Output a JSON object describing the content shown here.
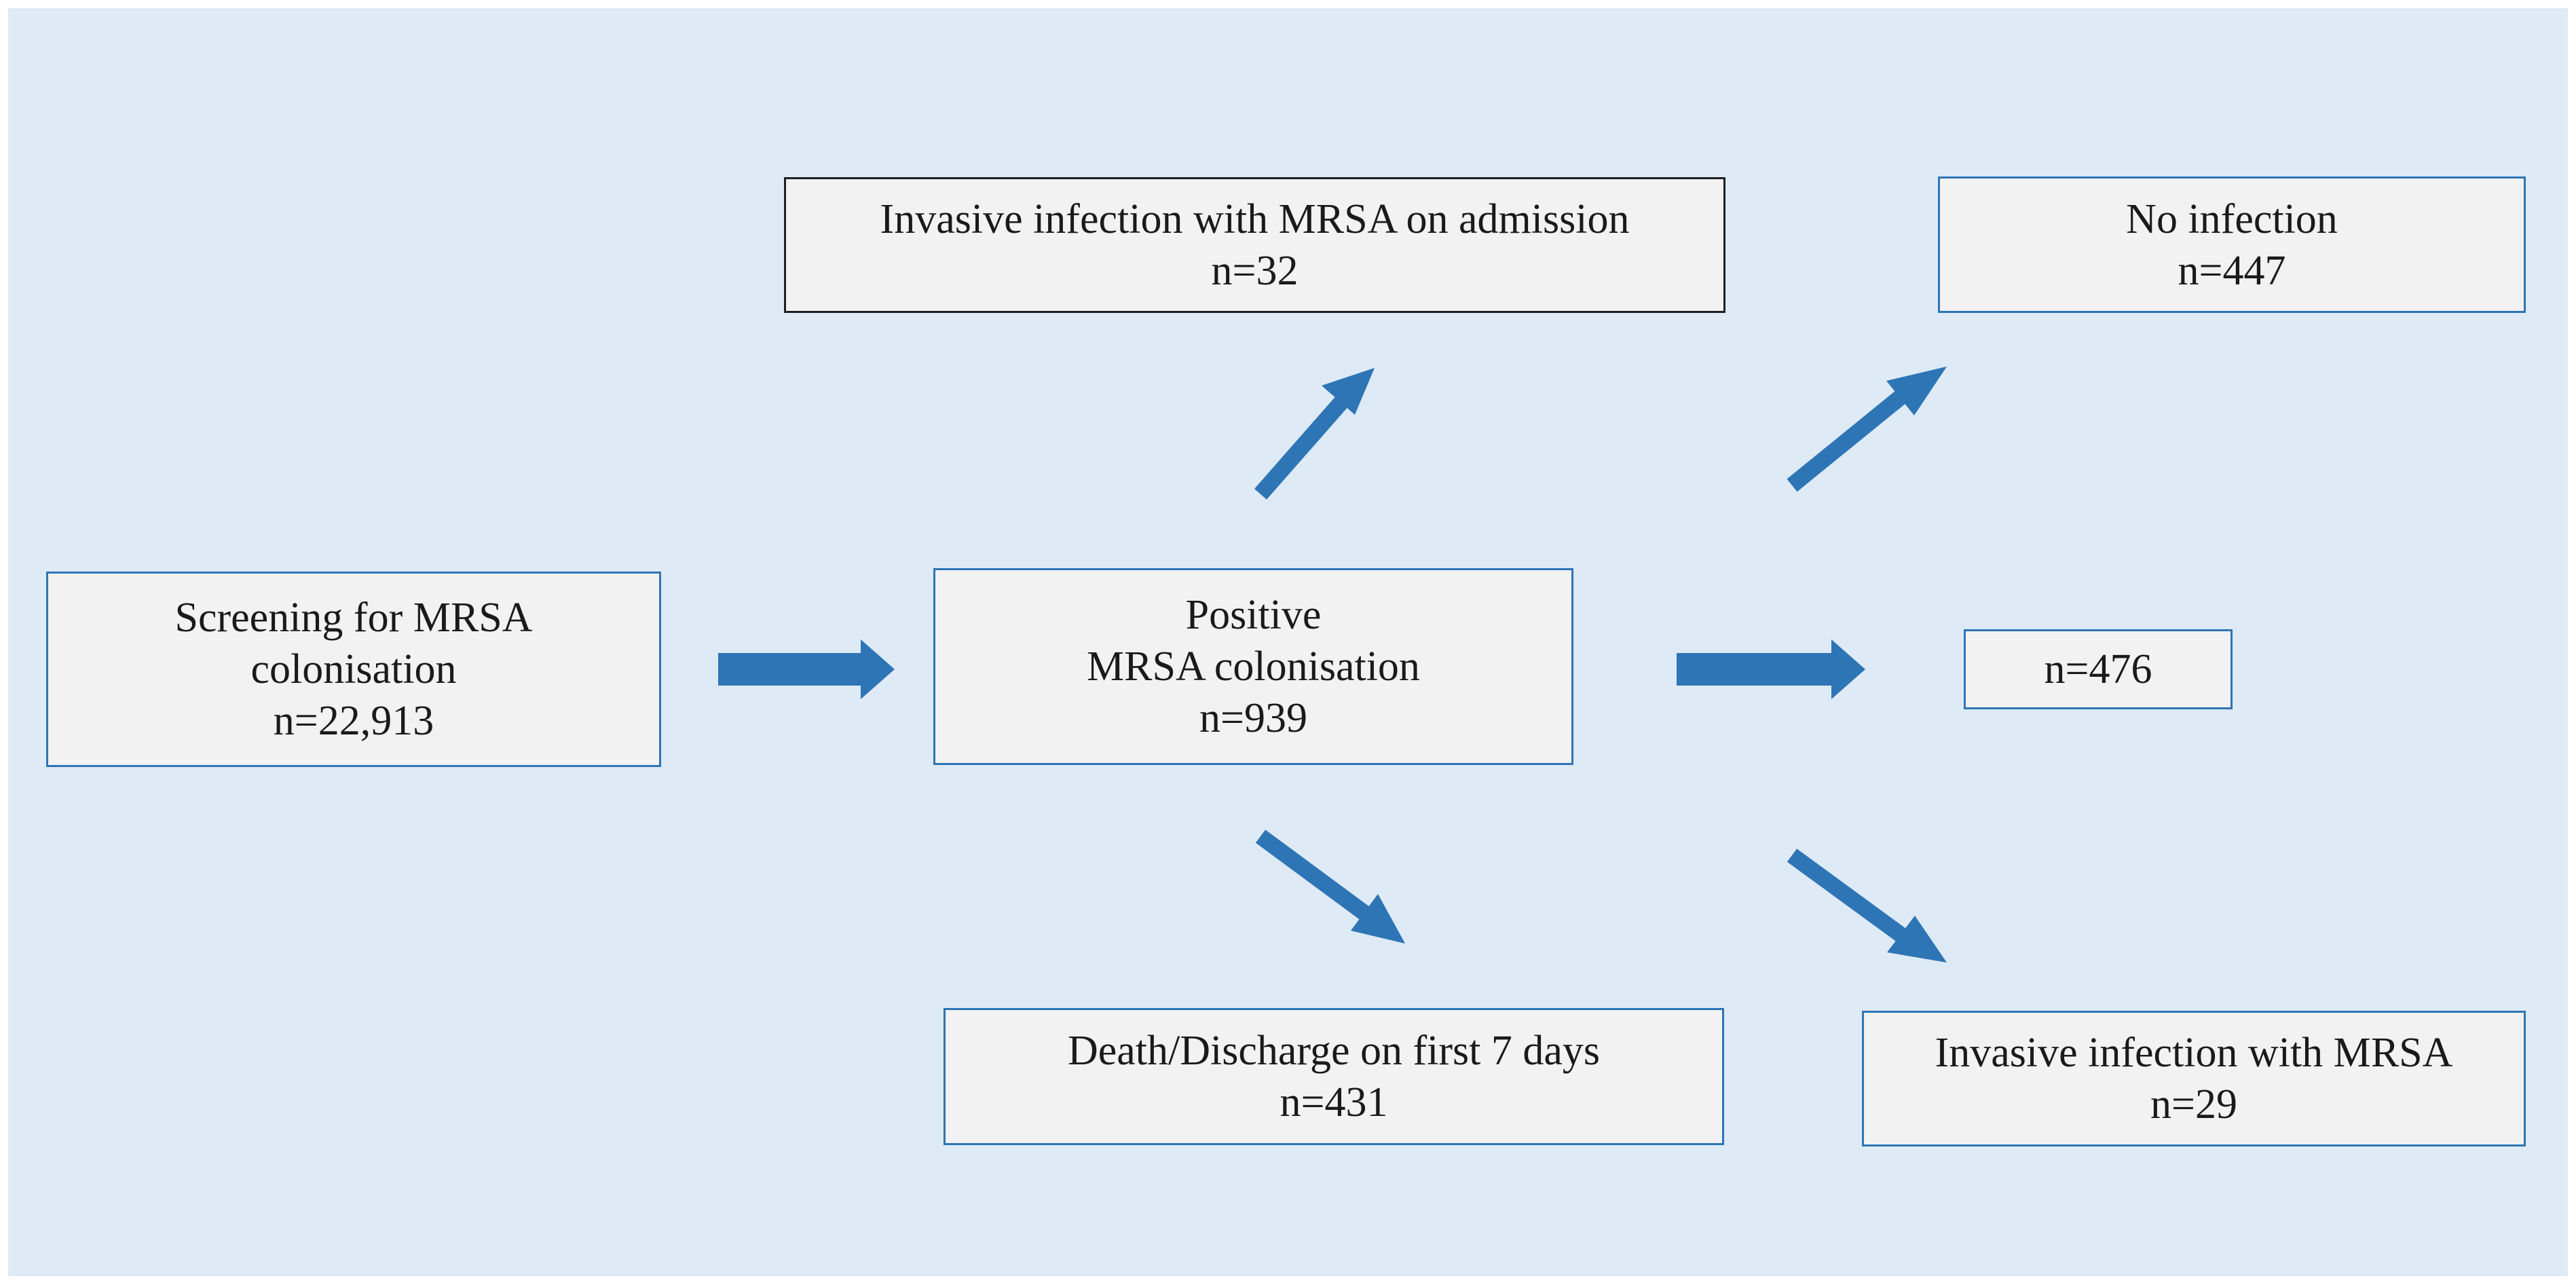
{
  "colors": {
    "background": "#deeaf6",
    "box_fill": "#f2f2f2",
    "box_border": "#2e75b6",
    "arrow": "#2e75b6"
  },
  "nodes": {
    "screening": {
      "lines": [
        "Screening for MRSA",
        "colonisation",
        "n=22,913"
      ]
    },
    "positive": {
      "lines": [
        "Positive",
        "MRSA colonisation",
        "n=939"
      ]
    },
    "invasive_admission": {
      "lines": [
        "Invasive infection with MRSA on admission",
        "n=32"
      ]
    },
    "death_discharge": {
      "lines": [
        "Death/Discharge on first 7 days",
        "n=431"
      ]
    },
    "remaining": {
      "lines": [
        "n=476"
      ]
    },
    "no_infection": {
      "lines": [
        "No infection",
        "n=447"
      ]
    },
    "invasive_infection": {
      "lines": [
        "Invasive infection with MRSA",
        "n=29"
      ]
    }
  }
}
